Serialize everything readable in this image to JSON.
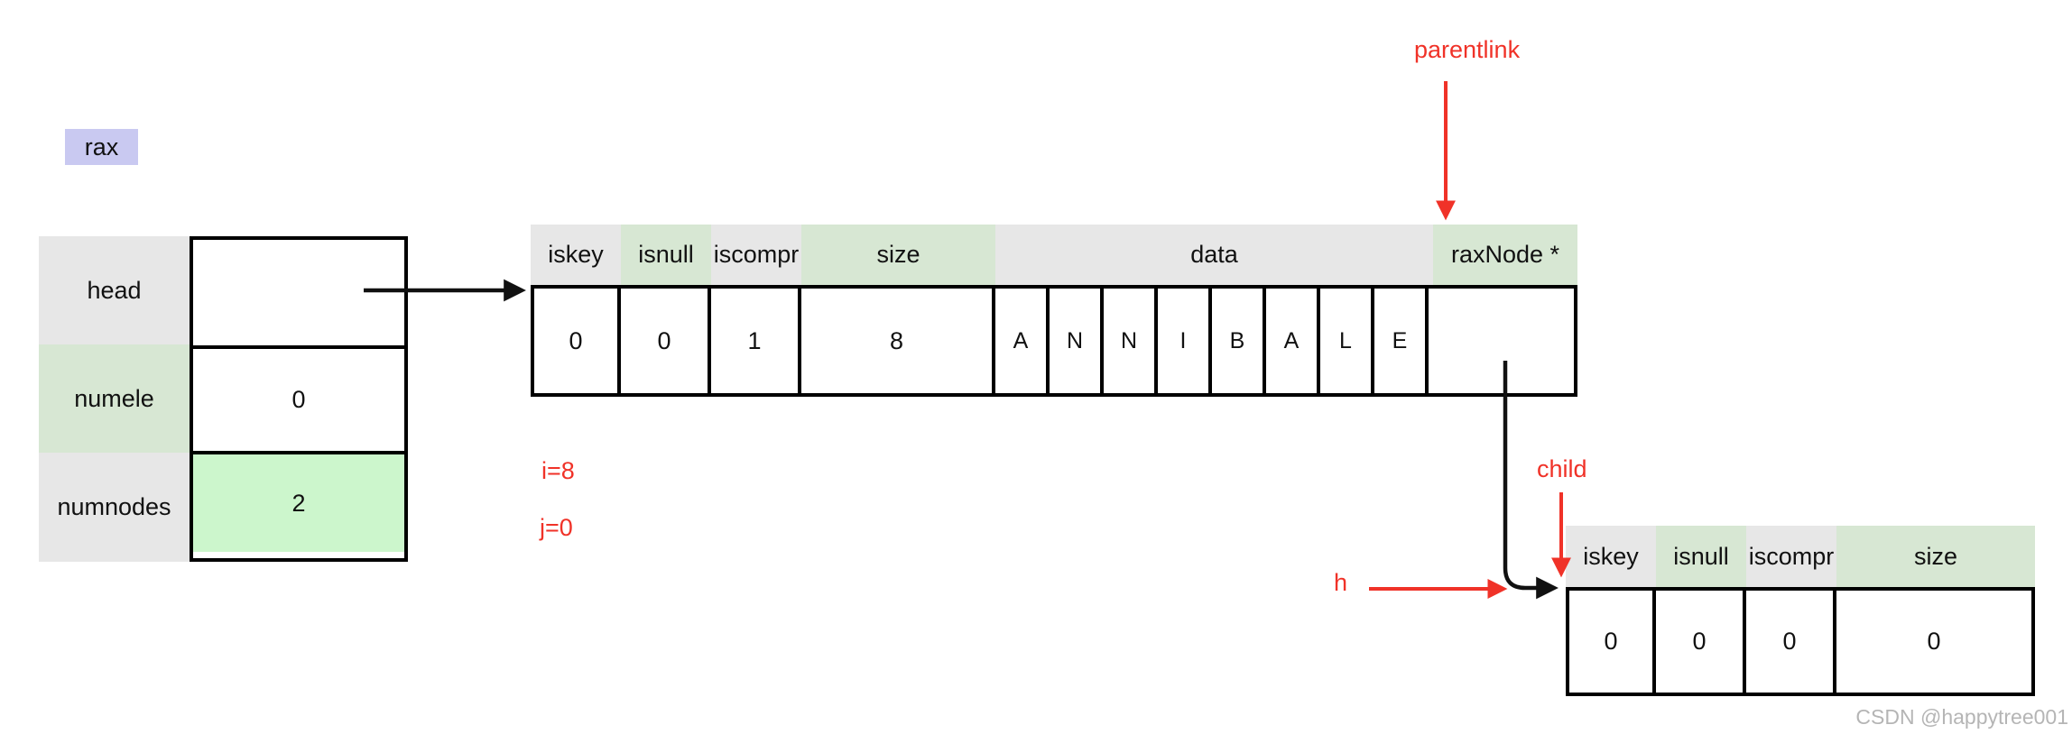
{
  "colors": {
    "header_gray": "#e7e7e7",
    "header_green": "#d7e7d3",
    "cell_blue": "#d2ddf2",
    "cell_green": "#ccf6cc",
    "cell_tan": "#fcedca",
    "rax_chip_purple": "#c9c9f1",
    "annotation_red": "#f03228",
    "arrow_black": "#111111",
    "watermark_gray": "#b5b5b5"
  },
  "rax_label": "rax",
  "rax_struct": {
    "rows": [
      {
        "label": "head",
        "value": ""
      },
      {
        "label": "numele",
        "value": "0"
      },
      {
        "label": "numnodes",
        "value": "2"
      }
    ]
  },
  "main_node": {
    "headers": {
      "iskey": "iskey",
      "isnull": "isnull",
      "iscompr": "iscompr",
      "size": "size",
      "data": "data",
      "raxnode": "raxNode *"
    },
    "values": {
      "iskey": "0",
      "isnull": "0",
      "iscompr": "1",
      "size": "8",
      "raxnode": ""
    },
    "data_cells": [
      "A",
      "N",
      "N",
      "I",
      "B",
      "A",
      "L",
      "E"
    ]
  },
  "child_node": {
    "headers": {
      "iskey": "iskey",
      "isnull": "isnull",
      "iscompr": "iscompr",
      "size": "size"
    },
    "values": {
      "iskey": "0",
      "isnull": "0",
      "iscompr": "0",
      "size": "0"
    }
  },
  "annotations": {
    "parentlink": "parentlink",
    "child": "child",
    "h": "h",
    "i_counter": "i=8",
    "j_counter": "j=0"
  },
  "watermark": "CSDN @happytree001"
}
